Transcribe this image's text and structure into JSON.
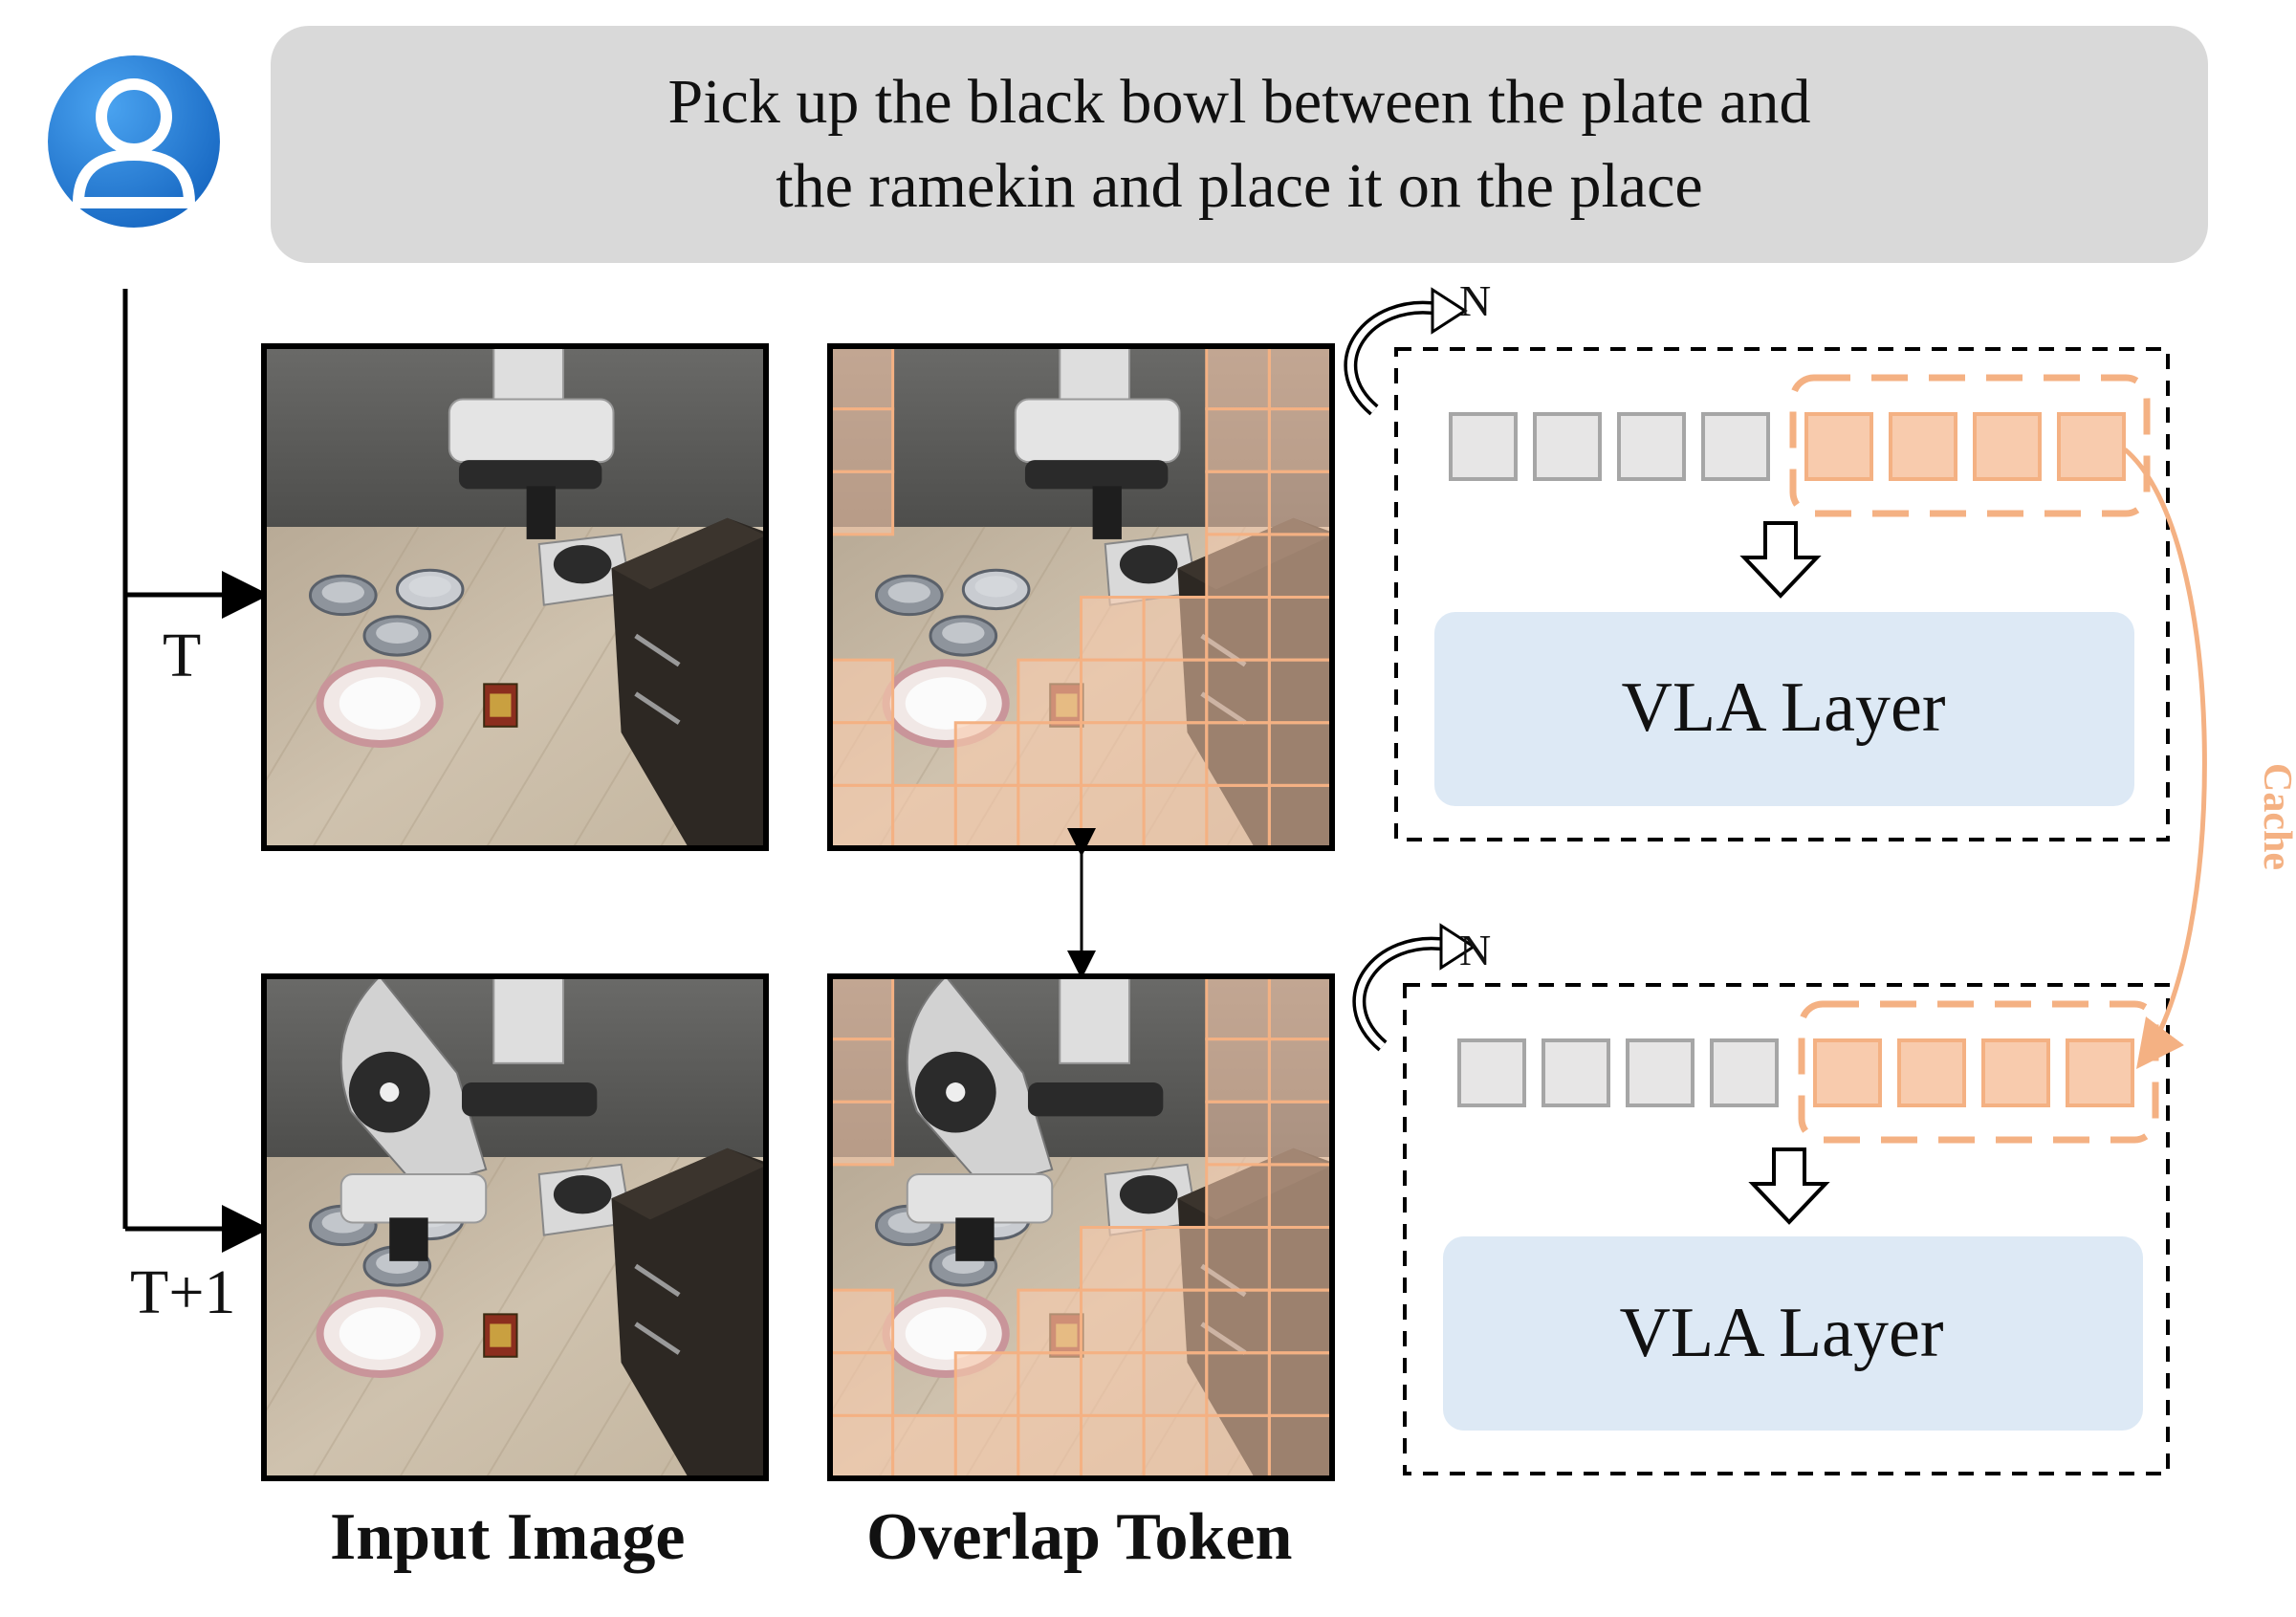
{
  "instruction": {
    "line1": "Pick up the black bowl between the plate and",
    "line2": "the ramekin and place it on the place"
  },
  "timesteps": [
    "T",
    "T+1"
  ],
  "captions": {
    "input": "Input Image",
    "overlap": "Overlap Token"
  },
  "layer_label": "VLA Layer",
  "loop_label": "N",
  "cache_label": "Cache",
  "icons": {
    "user": "user-avatar-icon",
    "loop": "loop-arrow-icon",
    "down": "hollow-down-arrow-icon"
  },
  "colors": {
    "accent": "#f4b183",
    "token_fill": "#f8cbad",
    "token_gray": "#e7e6e6",
    "layer_fill": "#dde9f5",
    "instr_bg": "#d9d9d9",
    "user_blue": "#1e88e5"
  }
}
